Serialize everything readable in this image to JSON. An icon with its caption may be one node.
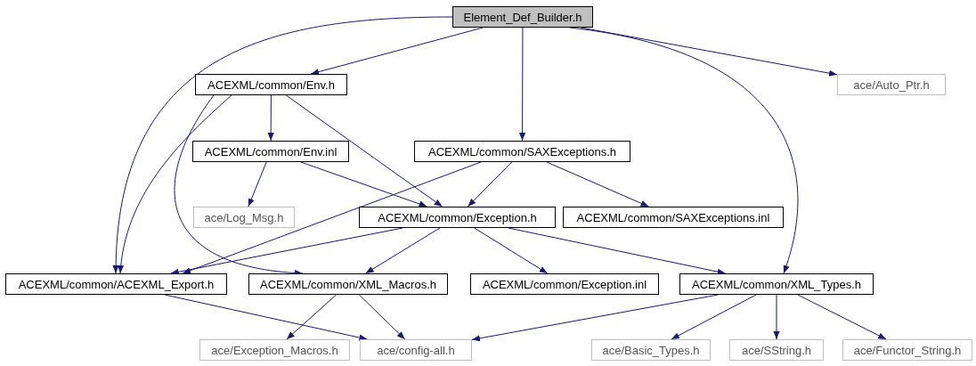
{
  "diagram": {
    "nodes": [
      {
        "text": [
          "Element_Def_Builder.h"
        ]
      },
      {
        "text": [
          "ACEXML/common/Env.h"
        ]
      },
      {
        "text": [
          "ace/Auto_Ptr.h"
        ]
      },
      {
        "text": [
          "ACEXML/common/Env.inl"
        ]
      },
      {
        "text": [
          "ACEXML/common/SAXExceptions.h"
        ]
      },
      {
        "text": [
          "ace/Log_Msg.h"
        ]
      },
      {
        "text": [
          "ACEXML/common/Exception.h"
        ]
      },
      {
        "text": [
          "ACEXML/common/SAXExceptions.inl"
        ]
      },
      {
        "text": [
          "ACEXML/common/ACEXML_Export.h"
        ]
      },
      {
        "text": [
          "ACEXML/common/XML_Macros.h"
        ]
      },
      {
        "text": [
          "ACEXML/common/Exception.inl"
        ]
      },
      {
        "text": [
          "ACEXML/common/XML_Types.h"
        ]
      },
      {
        "text": [
          "ace/Exception_Macros.h"
        ]
      },
      {
        "text": [
          "ace/config-all.h"
        ]
      },
      {
        "text": [
          "ace/Basic_Types.h"
        ]
      },
      {
        "text": [
          "ace/SString.h"
        ]
      },
      {
        "text": [
          "ace/Functor_String.h"
        ]
      }
    ],
    "edges": [
      {
        "from": 0,
        "to": 1,
        "arrow": "to"
      },
      {
        "from": 0,
        "to": 2,
        "arrow": "to"
      },
      {
        "from": 0,
        "to": 4,
        "arrow": "to"
      },
      {
        "from": 0,
        "to": 8,
        "arrow": "to"
      },
      {
        "from": 0,
        "to": 11,
        "arrow": "to"
      },
      {
        "from": 1,
        "to": 3,
        "arrow": "to"
      },
      {
        "from": 1,
        "to": 6,
        "arrow": "to"
      },
      {
        "from": 1,
        "to": 8,
        "arrow": "to"
      },
      {
        "from": 1,
        "to": 9,
        "arrow": "to"
      },
      {
        "from": 3,
        "to": 5,
        "arrow": "to"
      },
      {
        "from": 3,
        "to": 6,
        "arrow": "to"
      },
      {
        "from": 4,
        "to": 6,
        "arrow": "to"
      },
      {
        "from": 4,
        "to": 7,
        "arrow": "to"
      },
      {
        "from": 4,
        "to": 8,
        "arrow": "to"
      },
      {
        "from": 6,
        "to": 8,
        "arrow": "to"
      },
      {
        "from": 6,
        "to": 9,
        "arrow": "to"
      },
      {
        "from": 6,
        "to": 10,
        "arrow": "to"
      },
      {
        "from": 6,
        "to": 11,
        "arrow": "to"
      },
      {
        "from": 8,
        "to": 13,
        "arrow": "to"
      },
      {
        "from": 9,
        "to": 12,
        "arrow": "to"
      },
      {
        "from": 9,
        "to": 13,
        "arrow": "to"
      },
      {
        "from": 11,
        "to": 13,
        "arrow": "to"
      },
      {
        "from": 11,
        "to": 14,
        "arrow": "to"
      },
      {
        "from": 11,
        "to": 15,
        "arrow": "to"
      },
      {
        "from": 11,
        "to": 16,
        "arrow": "to"
      }
    ]
  }
}
